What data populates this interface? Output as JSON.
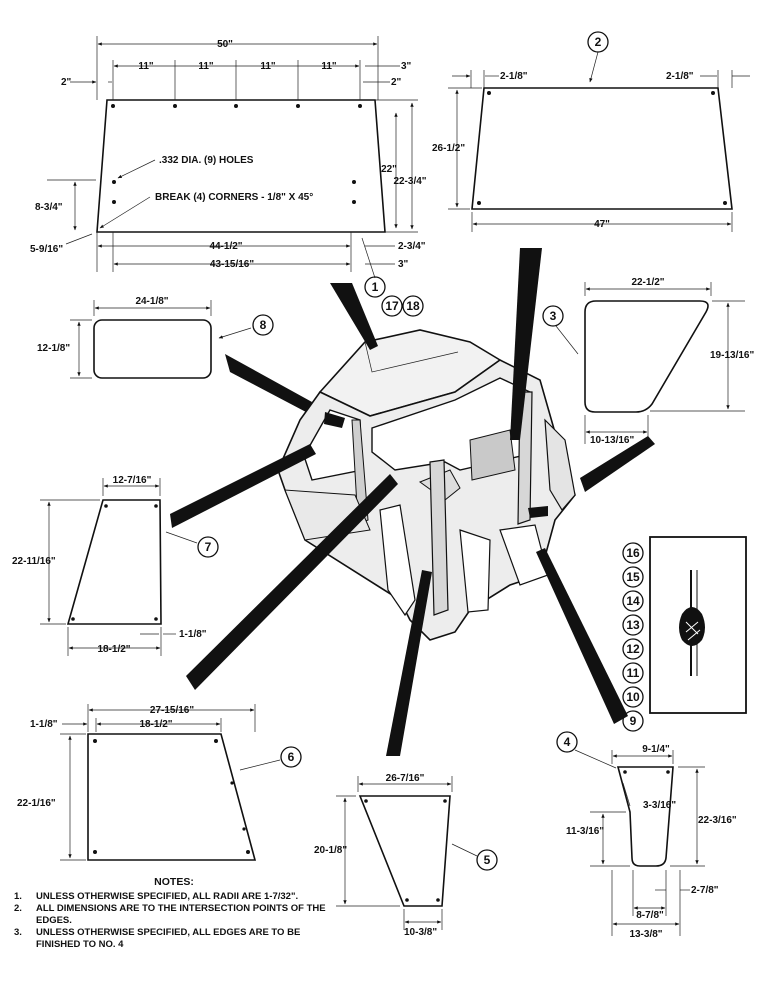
{
  "panel1": {
    "callout": "1",
    "overall_width": "50\"",
    "spacing": [
      "11\"",
      "11\"",
      "11\"",
      "11\""
    ],
    "left_offset": "2\"",
    "right_offset_top": "3\"",
    "right_offset_2": "2\"",
    "hole_note": ".332 DIA. (9) HOLES",
    "corner_note": "BREAK (4) CORNERS - 1/8\" X 45°",
    "height_inner": "22\"",
    "height_outer": "22-3/4\"",
    "left_height": "8-3/4\"",
    "left_bottom": "5-9/16\"",
    "bottom_width_1": "44-1/2\"",
    "bottom_width_2": "43-15/16\"",
    "right_bottom_1": "2-3/4\"",
    "right_bottom_2": "3\""
  },
  "extra_callouts": [
    "17",
    "18"
  ],
  "panel2": {
    "callout": "2",
    "left_top": "2-1/8\"",
    "right_top": "2-1/8\"",
    "height": "26-1/2\"",
    "width": "47\""
  },
  "panel3": {
    "callout": "3",
    "width": "22-1/2\"",
    "height": "19-13/16\"",
    "bottom": "10-13/16\""
  },
  "panel4": {
    "callout": "4",
    "top": "9-1/4\"",
    "inner": "3-3/16\"",
    "left_height": "11-3/16\"",
    "height": "22-3/16\"",
    "right_bottom": "2-7/8\"",
    "bottom_1": "8-7/8\"",
    "bottom_2": "13-3/8\""
  },
  "panel5": {
    "callout": "5",
    "width": "26-7/16\"",
    "height": "20-1/8\"",
    "bottom": "10-3/8\""
  },
  "panel6": {
    "callout": "6",
    "width": "27-15/16\"",
    "top_left": "1-1/8\"",
    "top_width": "18-1/2\"",
    "height": "22-1/16\""
  },
  "panel7": {
    "callout": "7",
    "top": "12-7/16\"",
    "height": "22-11/16\"",
    "right_bottom": "1-1/8\"",
    "bottom": "18-1/2\""
  },
  "panel8": {
    "callout": "8",
    "width": "24-1/8\"",
    "height": "12-1/8\""
  },
  "seal_callouts": [
    "16",
    "15",
    "14",
    "13",
    "12",
    "11",
    "10",
    "9"
  ],
  "notes": {
    "title": "NOTES:",
    "items": [
      {
        "num": "1.",
        "text": "UNLESS  OTHERWISE SPECIFIED, ALL RADII ARE 1-7/32\"."
      },
      {
        "num": "2.",
        "text": "ALL DIMENSIONS ARE TO THE INTERSECTION POINTS OF THE EDGES."
      },
      {
        "num": "3.",
        "text": "UNLESS  OTHERWISE SPECIFIED, ALL EDGES ARE TO BE FINISHED TO NO. 4"
      }
    ]
  }
}
